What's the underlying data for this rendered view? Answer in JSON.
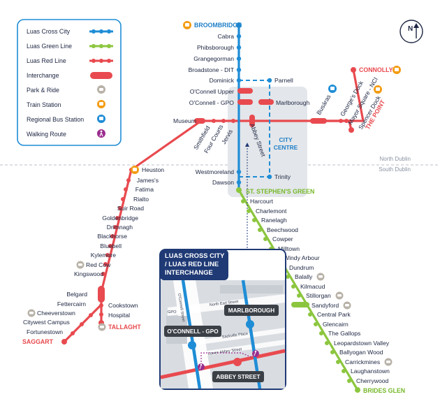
{
  "colors": {
    "cross_city": "#1f8dd6",
    "green_line": "#8cc63f",
    "red_line": "#e84a4f",
    "text": "#1c2541",
    "inset_header": "#1f3a75"
  },
  "legend": {
    "items": [
      {
        "label": "Luas Cross City",
        "icon": "blue-line-icon"
      },
      {
        "label": "Luas Green Line",
        "icon": "green-line-icon"
      },
      {
        "label": "Luas Red Line",
        "icon": "red-line-icon"
      },
      {
        "label": "Interchange",
        "icon": "interchange-icon"
      },
      {
        "label": "Park & Ride",
        "icon": "car-icon"
      },
      {
        "label": "Train Station",
        "icon": "train-icon"
      },
      {
        "label": "Regional Bus Station",
        "icon": "bus-icon"
      },
      {
        "label": "Walking Route",
        "icon": "walk-icon"
      }
    ]
  },
  "compass": {
    "label": "N"
  },
  "zones": {
    "north": "North Dublin",
    "south": "South Dublin",
    "centre_1": "CITY",
    "centre_2": "CENTRE"
  },
  "cross_city_stops": {
    "broombridge": "BROOMBRIDGE",
    "cabra": "Cabra",
    "phibsborough": "Phibsborough",
    "grangegorman": "Grangegorman",
    "broadstone": "Broadstone - DIT",
    "dominick": "Dominick",
    "parnell": "Parnell",
    "oconnell_upper": "O'Connell Upper",
    "oconnell_gpo": "O'Connell - GPO",
    "marlborough": "Marlborough",
    "abbey_street": "Abbey Street",
    "westmoreland": "Westmoreland",
    "trinity": "Trinity",
    "dawson": "Dawson",
    "st_stephens_green": "ST. STEPHEN'S GREEN"
  },
  "red_line_stops": {
    "connolly": "CONNOLLY",
    "the_point": "THE POINT",
    "busaras": "Busáras",
    "georges_dock": "George's Dock",
    "mayor_square": "Mayor Square - NCI",
    "spencer_dock": "Spencer Dock",
    "museum": "Museum",
    "smithfield": "Smithfield",
    "four_courts": "Four Courts",
    "jervis": "Jervis",
    "heuston": "Heuston",
    "james": "James's",
    "fatima": "Fatima",
    "rialto": "Rialto",
    "suir_road": "Suir Road",
    "goldenbridge": "Goldenbridge",
    "drimnagh": "Drimnagh",
    "blackhorse": "Blackhorse",
    "bluebell": "Bluebell",
    "kylemore": "Kylemore",
    "red_cow": "Red Cow",
    "kingswood": "Kingswood",
    "belgard": "Belgard",
    "fettercairn": "Fettercairn",
    "cheeverstown": "Cheeverstown",
    "citywest": "Citywest Campus",
    "fortunestown": "Fortunestown",
    "saggart": "SAGGART",
    "cookstown": "Cookstown",
    "hospital": "Hospital",
    "tallaght": "TALLAGHT"
  },
  "green_line_stops": [
    "Harcourt",
    "Charlemont",
    "Ranelagh",
    "Beechwood",
    "Cowper",
    "Milltown",
    "Windy Arbour",
    "Dundrum",
    "Balally",
    "Kilmacud",
    "Stillorgan",
    "Sandyford",
    "Central Park",
    "Glencairn",
    "The Gallops",
    "Leopardstown Valley",
    "Ballyogan Wood",
    "Carrickmines",
    "Laughanstown",
    "Cherrywood"
  ],
  "brides_glen": "BRIDES GLEN",
  "inset": {
    "title_1": "LUAS CROSS CITY",
    "title_2": "/ LUAS RED LINE",
    "title_3": "INTERCHANGE",
    "street_1": "O'Connell Street",
    "street_2": "North Earl Street",
    "street_3": "Sackville Place",
    "street_4": "Lower Abbey Street",
    "street_5": "GPO",
    "marlborough": "MARLBOROUGH",
    "oconnell_gpo": "O'CONNELL - GPO",
    "abbey_street": "ABBEY STREET"
  }
}
